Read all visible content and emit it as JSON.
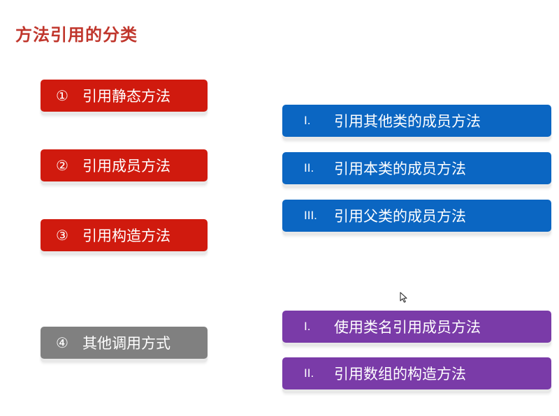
{
  "title": "方法引用的分类",
  "left_items": [
    {
      "num": "①",
      "label": "引用静态方法",
      "color": "#d01a0e"
    },
    {
      "num": "②",
      "label": "引用成员方法",
      "color": "#d01a0e"
    },
    {
      "num": "③",
      "label": "引用构造方法",
      "color": "#d01a0e"
    },
    {
      "num": "④",
      "label": "其他调用方式",
      "color": "#808080"
    }
  ],
  "member_items": [
    {
      "roman": "I.",
      "label": "引用其他类的成员方法",
      "color": "#0b66c2"
    },
    {
      "roman": "II.",
      "label": "引用本类的成员方法",
      "color": "#0b66c2"
    },
    {
      "roman": "III.",
      "label": "引用父类的成员方法",
      "color": "#0b66c2"
    }
  ],
  "other_items": [
    {
      "roman": "I.",
      "label": "使用类名引用成员方法",
      "color": "#7a3ba8"
    },
    {
      "roman": "II.",
      "label": "引用数组的构造方法",
      "color": "#7a3ba8"
    }
  ],
  "icons": {
    "cursor": "mouse-pointer-icon"
  }
}
